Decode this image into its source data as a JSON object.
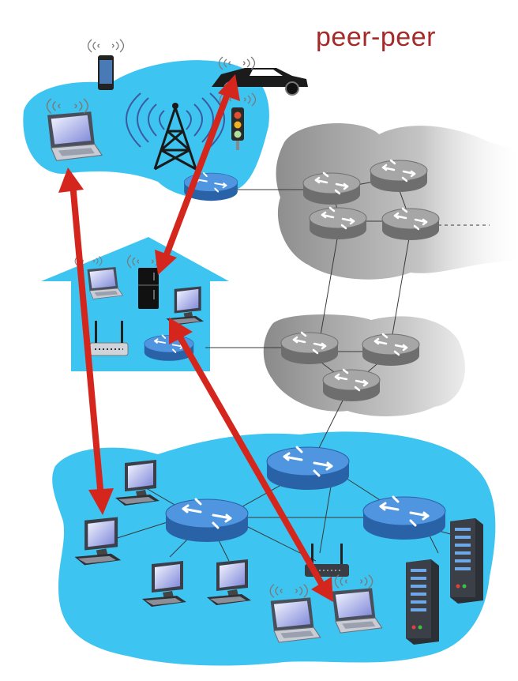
{
  "title": "peer-peer",
  "colors": {
    "title": "#a52a2a",
    "access_network": "#3ec4f0",
    "isp_cloud": "#9a9a9a",
    "router_blue": "#3a7fd0",
    "router_gray": "#8c8c8c",
    "peer_arrow": "#d4261c"
  },
  "regions": [
    "mobile-network",
    "home-network",
    "enterprise-network",
    "isp-network-upper",
    "isp-network-lower"
  ],
  "icons": [
    "smartphone-icon",
    "car-icon",
    "cell-tower-icon",
    "traffic-light-icon",
    "laptop-icon",
    "refrigerator-icon",
    "desktop-icon",
    "wifi-router-icon",
    "server-icon",
    "router-icon"
  ],
  "peer_links": [
    {
      "from": "laptop-mobile-network",
      "to": "desktop-enterprise-left"
    },
    {
      "from": "car",
      "to": "refrigerator-home"
    },
    {
      "from": "desktop-home",
      "to": "laptop-enterprise-right"
    }
  ]
}
